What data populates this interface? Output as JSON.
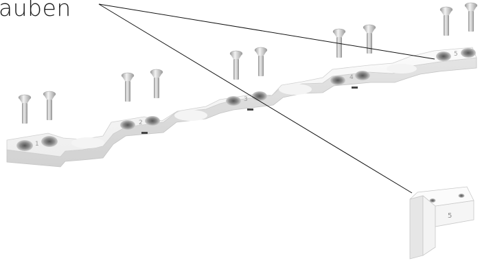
{
  "callout": {
    "text": "auben"
  },
  "rail": {
    "segment_labels": [
      "1",
      "2",
      "3",
      "4",
      "5"
    ]
  },
  "bracket": {
    "label": "5"
  }
}
